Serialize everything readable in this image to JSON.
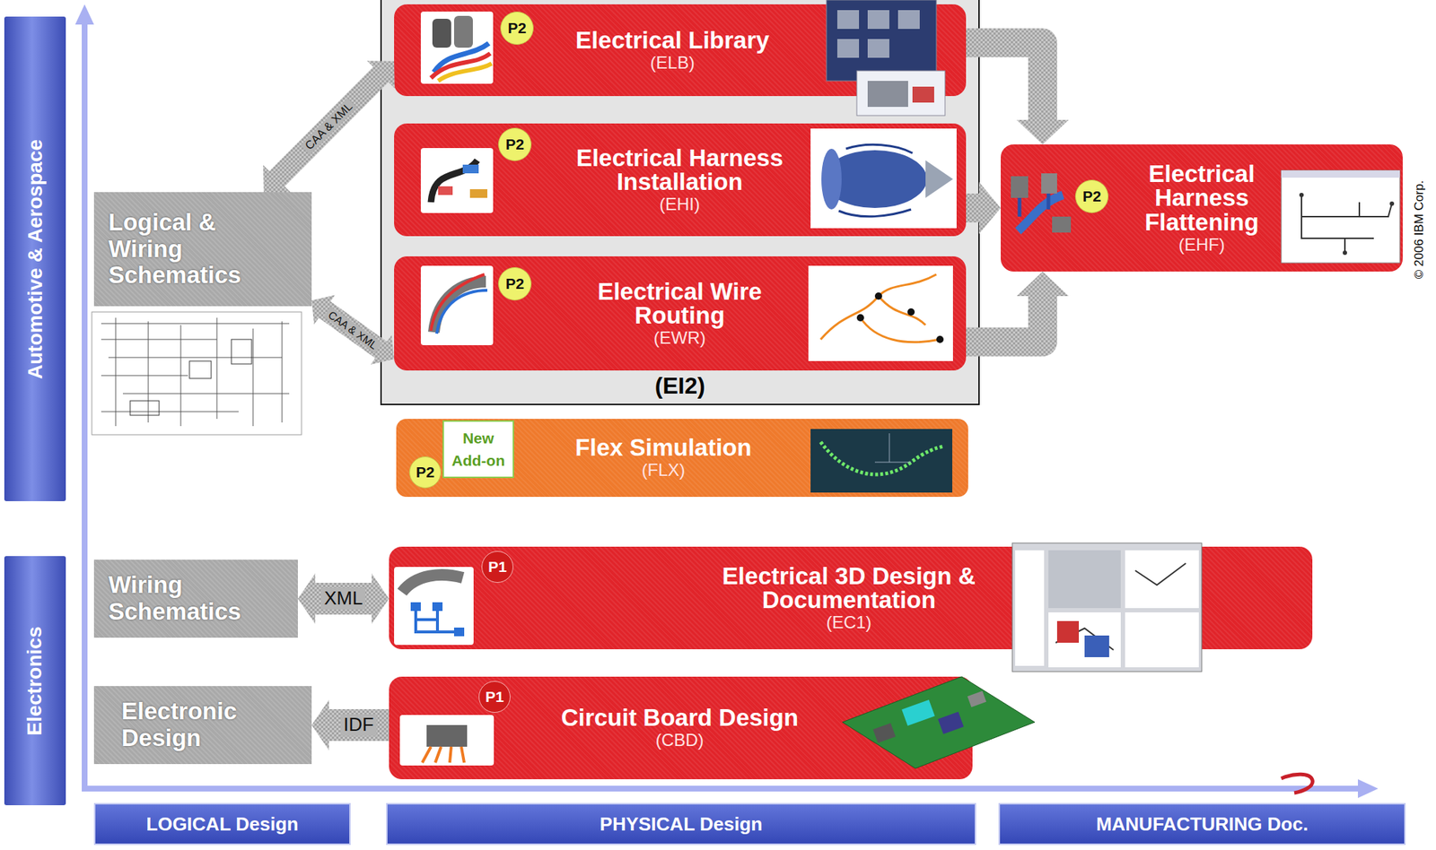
{
  "diagram": {
    "nodes": [
      {
        "text": [
          "Automotive & Aerospace"
        ]
      },
      {
        "text": [
          "Electronics"
        ]
      },
      {
        "text": [
          "(EI2)"
        ]
      },
      {
        "text": [
          "Electrical Library",
          "(ELB)"
        ],
        "in": 2
      },
      {
        "text": [
          "P2"
        ],
        "in": 3
      },
      {
        "text": [
          "Electrical Harness Installation",
          "(EHI)"
        ],
        "in": 2
      },
      {
        "text": [
          "P2"
        ],
        "in": 5
      },
      {
        "text": [
          "Electrical Wire Routing",
          "(EWR)"
        ],
        "in": 2
      },
      {
        "text": [
          "P2"
        ],
        "in": 7
      },
      {
        "text": [
          "Logical & Wiring Schematics"
        ]
      },
      {
        "text": [
          "Electrical Harness Flattening",
          "(EHF)"
        ]
      },
      {
        "text": [
          "P2"
        ],
        "in": 10
      },
      {
        "text": [
          "Flex Simulation",
          "(FLX)"
        ]
      },
      {
        "text": [
          "New Add-on"
        ],
        "in": 12
      },
      {
        "text": [
          "P2"
        ],
        "in": 12
      },
      {
        "text": [
          "Wiring Schematics"
        ]
      },
      {
        "text": [
          "Electrical 3D Design & Documentation",
          "(EC1)"
        ]
      },
      {
        "text": [
          "P1"
        ],
        "in": 16
      },
      {
        "text": [
          "Electronic Design"
        ]
      },
      {
        "text": [
          "Circuit Board Design",
          "(CBD)"
        ]
      },
      {
        "text": [
          "P1"
        ],
        "in": 19
      },
      {
        "text": [
          "LOGICAL Design"
        ]
      },
      {
        "text": [
          "PHYSICAL Design"
        ]
      },
      {
        "text": [
          "MANUFACTURING Doc."
        ]
      }
    ],
    "edges": [
      {
        "from": 9,
        "to": 3,
        "label": "CAA & XML",
        "arrow": "both"
      },
      {
        "from": 9,
        "to": 7,
        "label": "CAA & XML",
        "arrow": "both"
      },
      {
        "from": 3,
        "to": 10,
        "arrow": "to"
      },
      {
        "from": 5,
        "to": 10,
        "arrow": "to"
      },
      {
        "from": 7,
        "to": 10,
        "arrow": "to"
      },
      {
        "from": 15,
        "to": 16,
        "label": "XML",
        "arrow": "both"
      },
      {
        "from": 19,
        "to": 18,
        "label": "IDF",
        "arrow": "to"
      }
    ],
    "labels": [
      "© 2006 IBM Corp."
    ]
  }
}
